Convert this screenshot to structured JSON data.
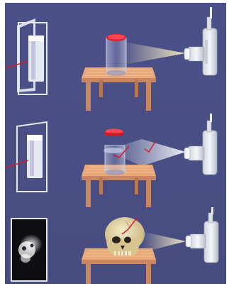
{
  "diagram": {
    "background": "#4a4f86",
    "panels": [
      {
        "subject": "glass-cylinder",
        "detector_image": "cylinder-shadow",
        "beam": "cone"
      },
      {
        "subject": "glass-cylinder-lifted-lid",
        "detector_image": "cylinder-shadow",
        "beam": "scattered"
      },
      {
        "subject": "skull",
        "detector_image": "skull-radiograph",
        "beam": "cone"
      }
    ],
    "colors": {
      "table_top": "#e8a878",
      "table_legs": "#c98660",
      "lid": "#e0202c",
      "ray": "#d0202c",
      "beam": "#f2e6b8",
      "source": "#e8ecf0"
    },
    "icons": [
      "x-ray-source-icon",
      "detector-plate-icon",
      "table-icon",
      "cylinder-icon",
      "skull-icon"
    ]
  }
}
